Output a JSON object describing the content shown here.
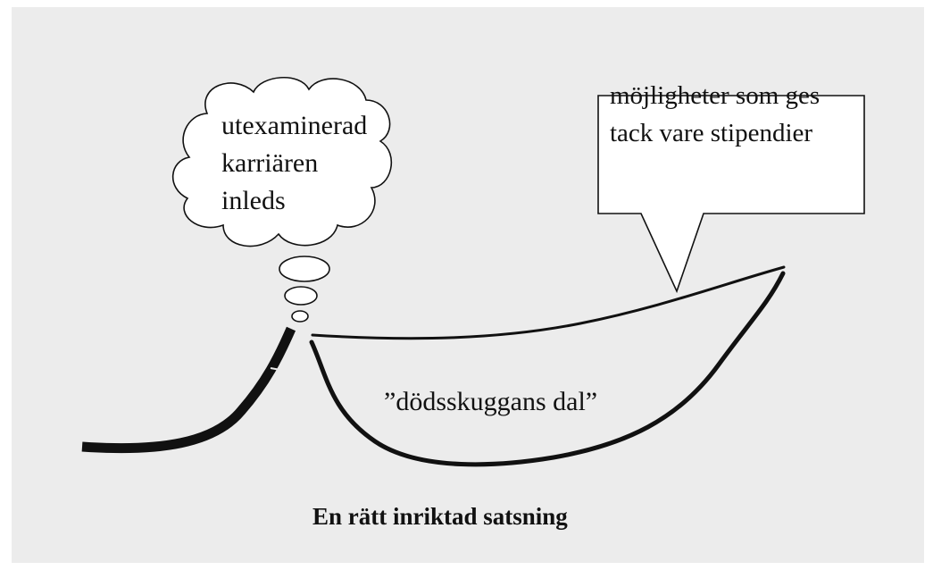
{
  "thought_cloud": {
    "lines": [
      "utexaminerad",
      "karriären",
      "inleds"
    ]
  },
  "speech_box": {
    "lines": [
      "möjligheter som ges",
      "tack vare stipendier"
    ]
  },
  "valley_label": "”dödsskuggans dal”",
  "caption": "En rätt inriktad satsning",
  "colors": {
    "background": "#ececec",
    "ink": "#111111",
    "shape_fill": "#ffffff"
  }
}
